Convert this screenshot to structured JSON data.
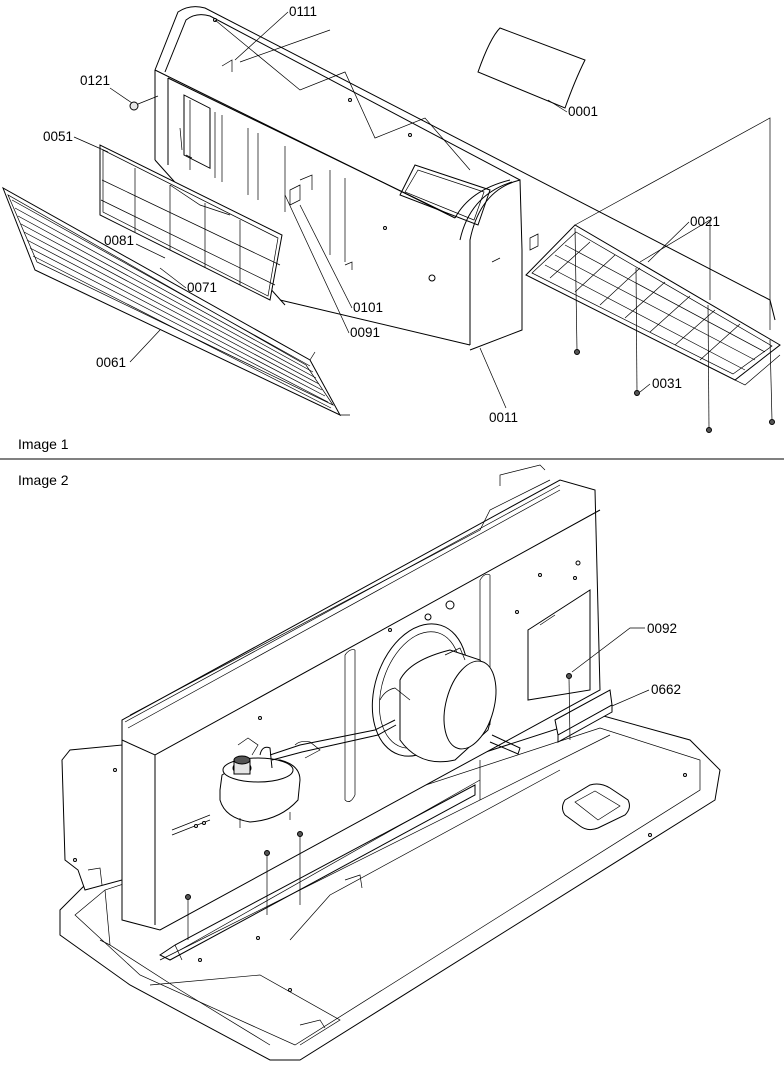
{
  "figure": {
    "panels": [
      {
        "title": "Image 1",
        "callouts": [
          "0111",
          "0001",
          "0121",
          "0051",
          "0021",
          "0081",
          "0071",
          "0101",
          "0091",
          "0061",
          "0031",
          "0011"
        ]
      },
      {
        "title": "Image 2",
        "callouts": [
          "0092",
          "0662"
        ]
      }
    ]
  }
}
